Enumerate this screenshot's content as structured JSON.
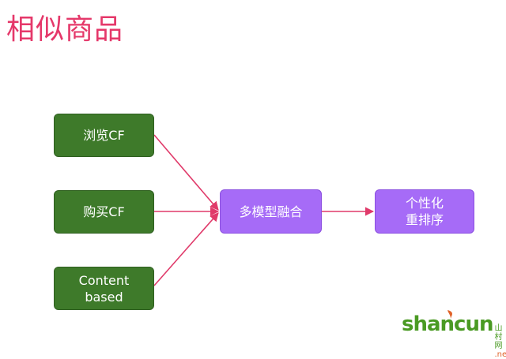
{
  "title": "相似商品",
  "nodes": {
    "browse_cf": "浏览CF",
    "buy_cf": "购买CF",
    "content_based": "Content\nbased",
    "fusion": "多模型融合",
    "rerank": "个性化\n重排序"
  },
  "colors": {
    "title": "#e5386a",
    "source_node": "#3e7a2a",
    "process_node": "#a66bf7",
    "edge": "#e03a6a"
  },
  "watermark": {
    "main": "shancun",
    "cn": "山村网",
    "suffix": ".net"
  }
}
